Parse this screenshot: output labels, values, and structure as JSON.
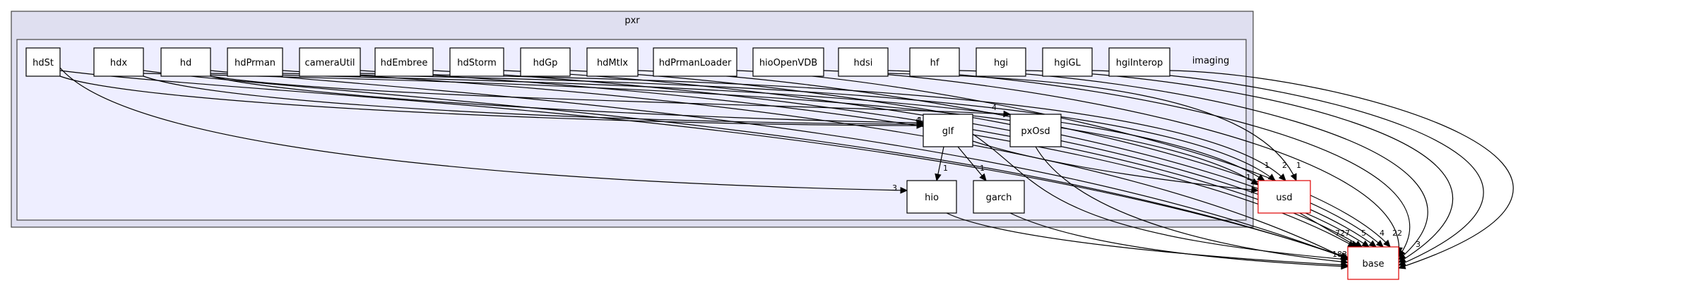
{
  "diagram": {
    "outer_cluster": {
      "label": "pxr"
    },
    "inner_cluster": {
      "label": "imaging"
    },
    "nodes": [
      {
        "id": "hdSt",
        "label": "hdSt"
      },
      {
        "id": "hdx",
        "label": "hdx"
      },
      {
        "id": "hd",
        "label": "hd"
      },
      {
        "id": "hdPrman",
        "label": "hdPrman"
      },
      {
        "id": "cameraUtil",
        "label": "cameraUtil"
      },
      {
        "id": "hdEmbree",
        "label": "hdEmbree"
      },
      {
        "id": "hdStorm",
        "label": "hdStorm"
      },
      {
        "id": "hdGp",
        "label": "hdGp"
      },
      {
        "id": "hdMtlx",
        "label": "hdMtlx"
      },
      {
        "id": "hdPrmanLoader",
        "label": "hdPrmanLoader"
      },
      {
        "id": "hioOpenVDB",
        "label": "hioOpenVDB"
      },
      {
        "id": "hdsi",
        "label": "hdsi"
      },
      {
        "id": "hf",
        "label": "hf"
      },
      {
        "id": "hgi",
        "label": "hgi"
      },
      {
        "id": "hgiGL",
        "label": "hgiGL"
      },
      {
        "id": "hgiInterop",
        "label": "hgiInterop"
      },
      {
        "id": "glf",
        "label": "glf"
      },
      {
        "id": "pxOsd",
        "label": "pxOsd"
      },
      {
        "id": "hio",
        "label": "hio"
      },
      {
        "id": "garch",
        "label": "garch"
      },
      {
        "id": "usd",
        "label": "usd",
        "external": true
      },
      {
        "id": "base",
        "label": "base",
        "external": true
      }
    ],
    "edge_labels": [
      {
        "id": "glf-in-a",
        "text": "4"
      },
      {
        "id": "glf-in-b",
        "text": "1"
      },
      {
        "id": "pxosd-in",
        "text": "4"
      },
      {
        "id": "hio-from-glf",
        "text": "1"
      },
      {
        "id": "garch-from-glf",
        "text": "1"
      },
      {
        "id": "hio-from-hdst",
        "text": "3"
      },
      {
        "id": "usd-in-1",
        "text": "1"
      },
      {
        "id": "usd-in-2",
        "text": "1"
      },
      {
        "id": "usd-in-3",
        "text": "2"
      },
      {
        "id": "usd-in-4",
        "text": "1"
      },
      {
        "id": "base-in-727",
        "text": "727"
      },
      {
        "id": "base-in-5",
        "text": "5"
      },
      {
        "id": "base-in-4",
        "text": "4"
      },
      {
        "id": "base-in-22",
        "text": "22"
      },
      {
        "id": "base-in-3",
        "text": "3"
      },
      {
        "id": "base-in-183",
        "text": "183"
      }
    ]
  }
}
